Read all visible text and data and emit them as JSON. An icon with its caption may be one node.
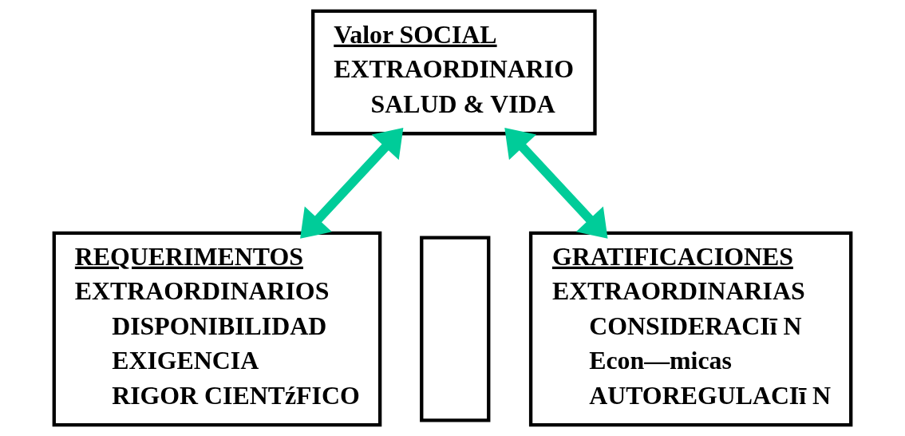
{
  "diagram": {
    "nodes": [
      {
        "text": [
          "Valor SOCIAL",
          "EXTRAORDINARIO",
          "SALUD & VIDA"
        ]
      },
      {
        "text": [
          "REQUERIMENTOS",
          "EXTRAORDINARIOS",
          "DISPONIBILIDAD",
          "EXIGENCIA",
          "RIGOR CIENTźFICO"
        ]
      },
      {
        "text": [],
        "shape": "box"
      },
      {
        "text": [
          "GRATIFICACIONES",
          "EXTRAORDINARIAS",
          "CONSIDERACIī N",
          "Econ—micas",
          "AUTOREGULACIī N"
        ]
      }
    ],
    "edges": [
      {
        "from": 0,
        "to": 1,
        "arrow": "both"
      },
      {
        "from": 0,
        "to": 3,
        "arrow": "both"
      }
    ]
  }
}
